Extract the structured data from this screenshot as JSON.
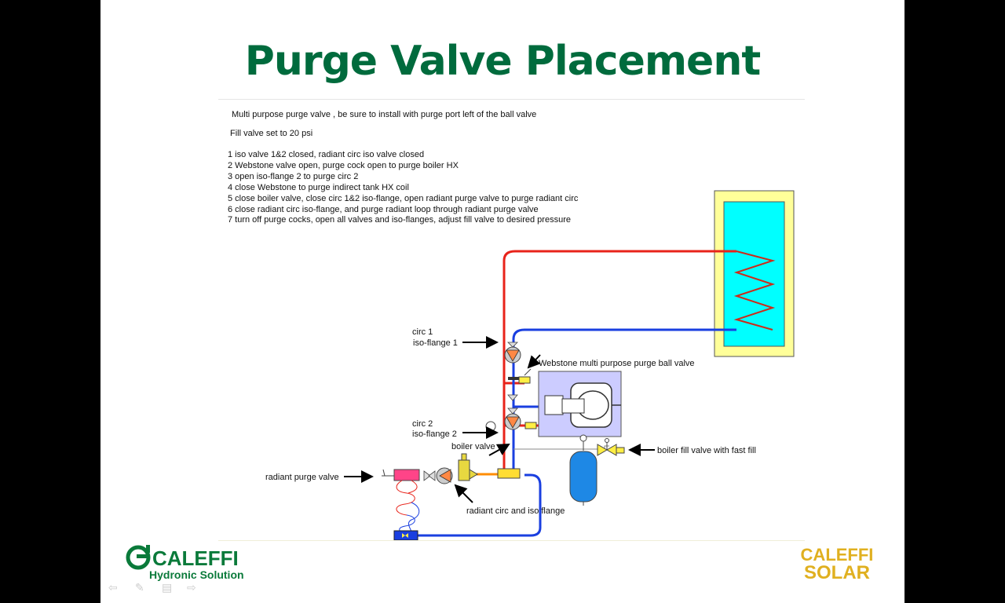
{
  "slide": {
    "title": "Purge Valve Placement",
    "note1": "Multi purpose purge valve   , be sure to install with purge port left of the ball valve",
    "note2": "Fill valve set to 20 psi",
    "steps": [
      "1 iso valve 1&2 closed, radiant circ iso valve closed",
      "2 Webstone valve open, purge cock open to purge boiler HX",
      "3 open iso-flange 2 to purge circ 2",
      "4 close Webstone to purge indirect tank HX coil",
      "5 close boiler valve, close circ 1&2 iso-flange, open radiant purge valve to purge radiant circ",
      "6 close radiant circ iso-flange, and purge radiant loop through radiant purge valve",
      "7 turn off purge cocks, open all valves and iso-flanges, adjust fill valve to desired pressure"
    ]
  },
  "diagram": {
    "labels": {
      "circ1_a": "circ 1",
      "circ1_b": "iso-flange 1",
      "circ2_a": "circ 2",
      "circ2_b": "iso-flange 2",
      "webstone": "Webstone multi purpose purge ball valve",
      "boiler_valve": "boiler valve",
      "fill_valve": "boiler fill valve with fast fill",
      "radiant_purge": "radiant purge valve",
      "radiant_circ": "radiant circ and iso flange"
    }
  },
  "logos": {
    "left_brand": "CALEFFI",
    "left_sub": "Hydronic Solutions",
    "right_top": "CALEFFI",
    "right_bottom": "SOLAR"
  },
  "colors": {
    "title_green": "#006b3d",
    "supply_red": "#e8231a",
    "return_blue": "#1a3fe0",
    "tank_water": "#00ffff",
    "tank_jacket": "#ffff99",
    "logo_green": "#0a7a3a",
    "logo_gold": "#e0b020"
  }
}
